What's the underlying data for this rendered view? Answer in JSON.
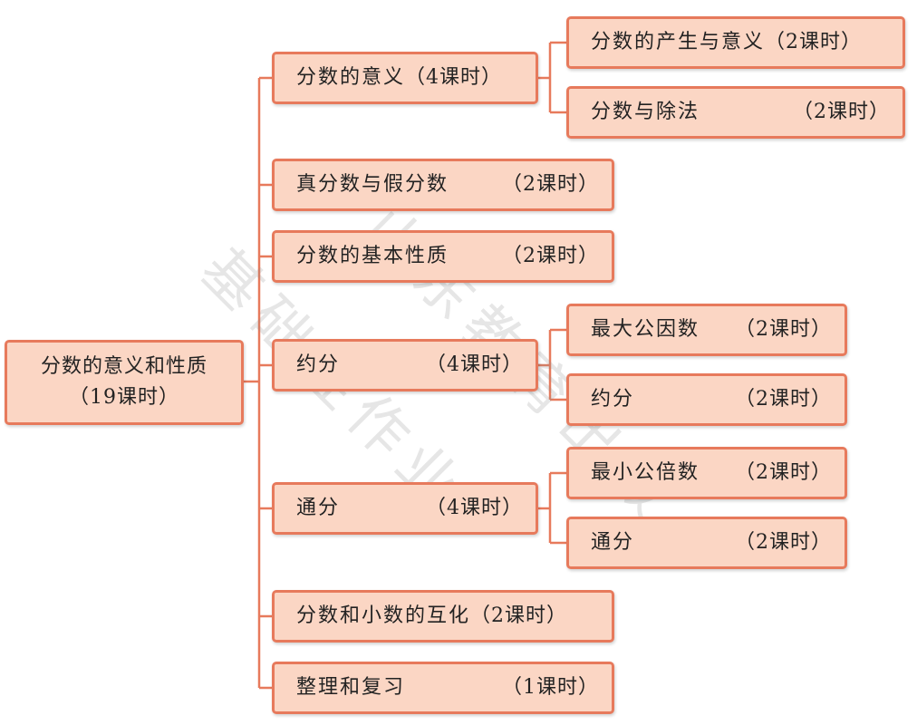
{
  "root": {
    "name": "分数的意义和性质",
    "hours": "（19课时）"
  },
  "sections": [
    {
      "name": "分数的意义",
      "hours": "（4课时）",
      "children": [
        {
          "name": "分数的产生与意义",
          "hours": "（2课时）"
        },
        {
          "name": "分数与除法",
          "hours": "（2课时）"
        }
      ]
    },
    {
      "name": "真分数与假分数",
      "hours": "（2课时）"
    },
    {
      "name": "分数的基本性质",
      "hours": "（2课时）"
    },
    {
      "name": "约分",
      "hours": "（4课时）",
      "children": [
        {
          "name": "最大公因数",
          "hours": "（2课时）"
        },
        {
          "name": "约分",
          "hours": "（2课时）"
        }
      ]
    },
    {
      "name": "通分",
      "hours": "（4课时）",
      "children": [
        {
          "name": "最小公倍数",
          "hours": "（2课时）"
        },
        {
          "name": "通分",
          "hours": "（2课时）"
        }
      ]
    },
    {
      "name": "分数和小数的互化",
      "hours": "（2课时）"
    },
    {
      "name": "整理和复习",
      "hours": "（1课时）"
    }
  ],
  "watermark": {
    "line1": "基础性作业",
    "line2": "山东教育出版"
  },
  "colors": {
    "box_fill": "#fbd6c4",
    "box_border": "#e77a5c",
    "line": "#e77a5c",
    "text": "#222222"
  }
}
